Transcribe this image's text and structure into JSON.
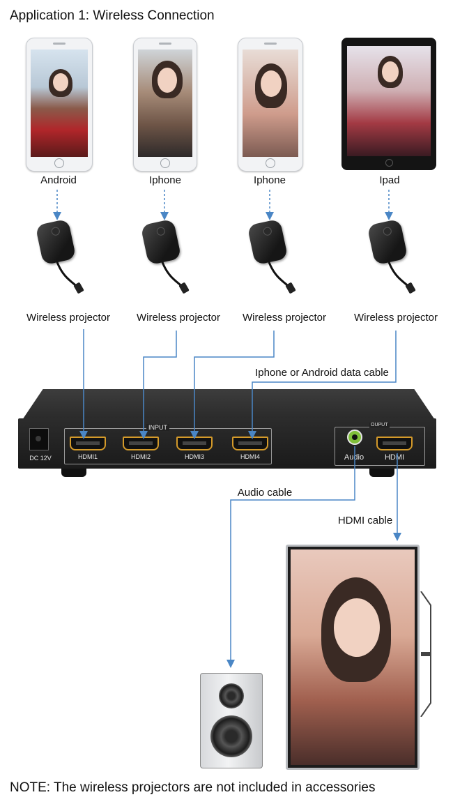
{
  "title": "Application 1: Wireless Connection",
  "devices": [
    {
      "label": "Android"
    },
    {
      "label": "Iphone"
    },
    {
      "label": "Iphone"
    },
    {
      "label": "Ipad"
    }
  ],
  "projector_label": "Wireless projector",
  "cable_labels": {
    "data_cable": "Iphone or Android data cable",
    "audio_cable": "Audio cable",
    "hdmi_cable": "HDMI cable"
  },
  "hub": {
    "dc_label": "DC 12V",
    "input_label": "INPUT",
    "output_label": "OUPUT",
    "ports": [
      "HDMI1",
      "HDMI2",
      "HDMI3",
      "HDMI4"
    ],
    "audio_label": "Audio",
    "hdmi_out_label": "HDMI"
  },
  "note": "NOTE: The wireless projectors are not included in accessories",
  "colors": {
    "arrow": "#4a86c5",
    "port_trim": "#d49a2a",
    "audio_jack": "#7fbf3a"
  }
}
